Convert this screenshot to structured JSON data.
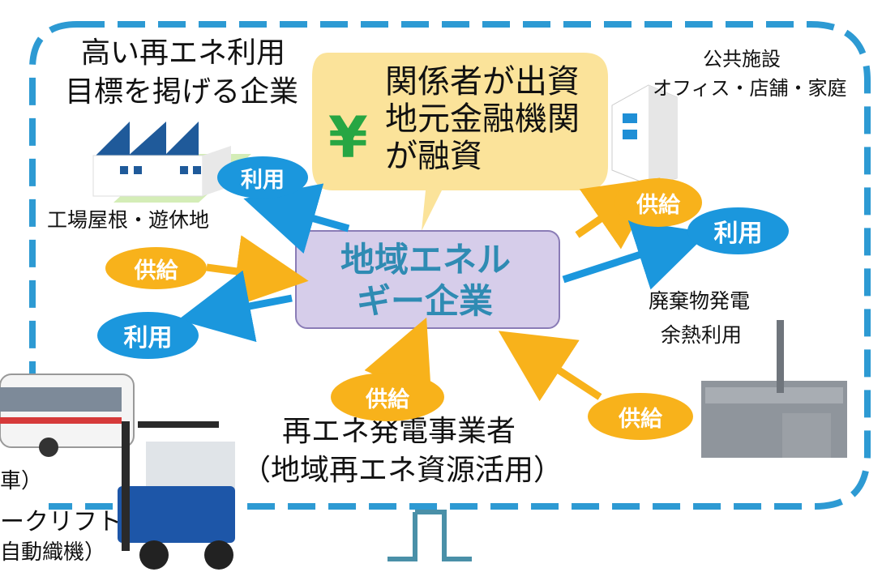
{
  "colors": {
    "dashed_border": "#2d9ad3",
    "supply": "#f8b21b",
    "use": "#1b97dd",
    "central_box_fill": "#d6cdea",
    "central_text": "#2f8bb3",
    "yen_callout": "#fbe39a",
    "yen_symbol": "#27a643"
  },
  "labels": {
    "high_re_company_line1": "高い再エネ利用",
    "high_re_company_line2": "目標を掲げる企業",
    "funding_line1": "関係者が出資",
    "funding_line2": "地元金融機関",
    "funding_line3": "が融資",
    "yen": "¥",
    "public_facilities_line1": "公共施設",
    "public_facilities_line2": "オフィス・店舗・家庭",
    "factory_roof": "工場屋根・遊休地",
    "center_line1": "地域エネル",
    "center_line2": "ギー企業",
    "waste_power_line1": "廃棄物発電",
    "waste_power_line2": "余熱利用",
    "re_generator_line1": "再エネ発電事業者",
    "re_generator_line2": "（地域再エネ資源活用）",
    "bus_caption": "車）",
    "forklift_caption_line1": "ークリフト",
    "forklift_caption_line2": "自動織機）"
  },
  "ovals": {
    "use_top_left": "利用",
    "supply_left": "供給",
    "use_left": "利用",
    "supply_top_right": "供給",
    "use_right": "利用",
    "supply_bottom": "供給",
    "supply_bottom_right": "供給"
  }
}
